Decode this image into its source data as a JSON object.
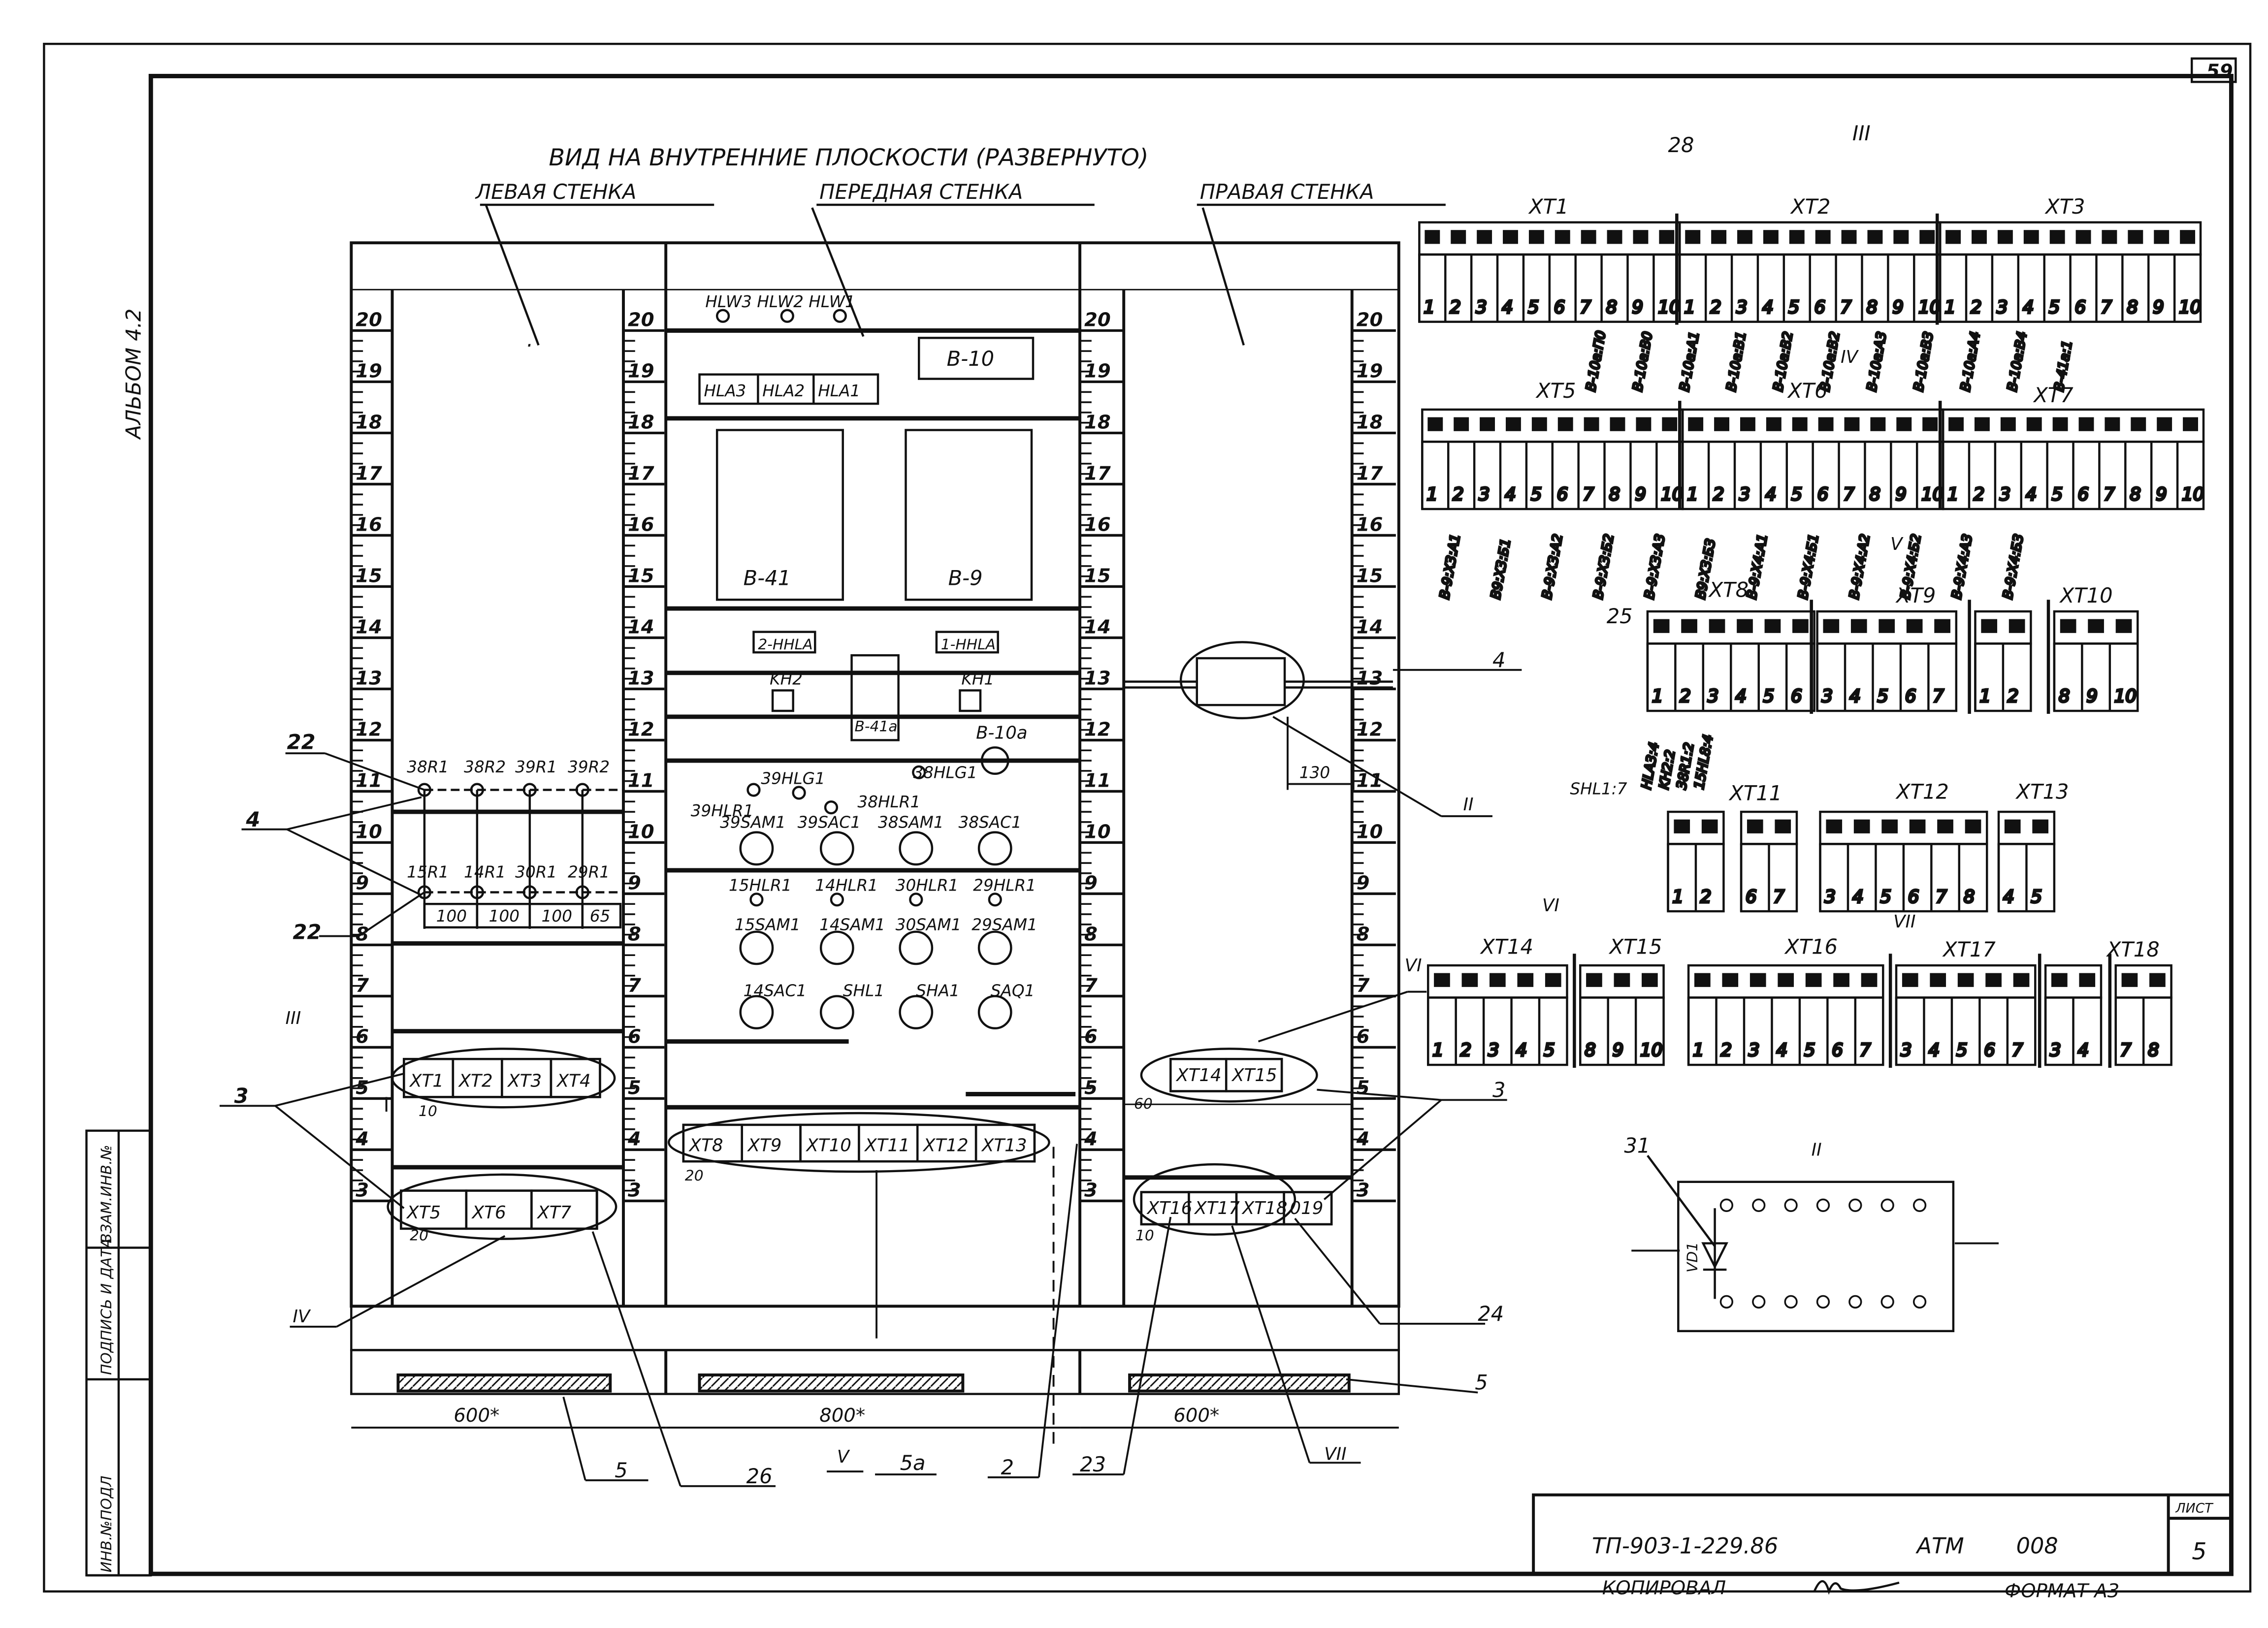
{
  "album": "АЛЬБОМ 4.2",
  "sheet_number_top": "59",
  "title": "ВИД НА ВНУТРЕННИЕ ПЛОСКОСТИ (РАЗВЕРНУТО)",
  "walls": {
    "left": "ЛЕВАЯ СТЕНКА",
    "front": "ПЕРЕДНАЯ СТЕНКА",
    "right": "ПРАВАЯ СТЕНКА"
  },
  "ruler_numbers": [
    "20",
    "19",
    "18",
    "17",
    "16",
    "15",
    "14",
    "13",
    "12",
    "11",
    "10",
    "9",
    "8",
    "7",
    "6",
    "5",
    "4",
    "3"
  ],
  "front_labels": {
    "hlw": "HLW3  HLW2  HLW1",
    "hla": [
      "HLA3",
      "HLA2",
      "HLA1"
    ],
    "b10": "В-10",
    "b41": "В-41",
    "b9": "В-9",
    "hhla2": "2-HHLA",
    "hhla1": "1-HHLA",
    "kh2": "KH2",
    "kh1": "KH1",
    "b41a": "В-41а",
    "b10a": "В-10а",
    "hlg_a": "39HLG1",
    "hlg_b": "38HLG1",
    "hlr_a": "39HLR1",
    "hlr_b": "38HLR1",
    "row1": [
      "39SAM1",
      "39SAC1",
      "38SAM1",
      "38SAC1"
    ],
    "row2_top": [
      "15HLR1",
      "14HLR1",
      "30HLR1",
      "29HLR1"
    ],
    "row2": [
      "15SAM1",
      "14SAM1",
      "30SAM1",
      "29SAM1"
    ],
    "row3": [
      "14SAC1",
      "SHL1",
      "SHA1",
      "SAQ1"
    ],
    "front_blocks": [
      "XT8",
      "XT9",
      "XT10",
      "XT11",
      "XT12",
      "XT13"
    ]
  },
  "left_wall": {
    "resistors_top": [
      "38R1",
      "38R2",
      "39R1",
      "39R2"
    ],
    "resistors_bottom": [
      "15R1",
      "14R1",
      "30R1",
      "29R1"
    ],
    "values": [
      "100",
      "100",
      "100",
      "65"
    ],
    "blocks_a": [
      "XT1",
      "XT2",
      "XT3",
      "XT4"
    ],
    "blocks_b": [
      "XT5",
      "XT6",
      "XT7"
    ]
  },
  "right_wall": {
    "blocks_a": [
      "XT14",
      "XT15"
    ],
    "blocks_b": [
      "XT16",
      "XT17",
      "XT18",
      "019"
    ]
  },
  "callouts": {
    "c22": "22",
    "c4": "4",
    "c3": "3",
    "c26": "26",
    "c5": "5",
    "c5a": "5а",
    "c2": "2",
    "c23": "23",
    "c24": "24",
    "c25": "25",
    "c28": "28",
    "c31": "31",
    "roman_II": "II",
    "roman_III": "III",
    "roman_IV": "IV",
    "roman_V": "V",
    "roman_VI": "VI",
    "roman_VII": "VII"
  },
  "dims": {
    "d600a": "600*",
    "d800": "800*",
    "d600b": "600*",
    "d130": "130",
    "d10a": "10",
    "d20a": "20",
    "d20b": "20",
    "d60": "60",
    "d10b": "10"
  },
  "terminal_views": {
    "xt1": "XT1",
    "xt2": "XT2",
    "xt3": "XT3",
    "xt5": "XT5",
    "xt6": "XT6",
    "xt7": "XT7",
    "xt8": "XT8",
    "xt9": "XT9",
    "xt10": "XT10",
    "xt11": "XT11",
    "xt12": "XT12",
    "xt13": "XT13",
    "xt14": "XT14",
    "xt15": "XT15",
    "xt16": "XT16",
    "xt17": "XT17",
    "xt18": "XT18",
    "wires_row1": [
      "В-10а:П0",
      "В-10а:В0",
      "В-10а:А1",
      "В-10а:В1",
      "В-10а:В2",
      "В-10а:В2",
      "В-10а:А3",
      "В-10а:В3",
      "В-10а:А4",
      "В-10а:В4",
      "В-41а:1"
    ],
    "wires_row2": [
      "В-9:Х3:А1",
      "В9:Х3:Б1",
      "В-9:Х3:А2",
      "В-9:Х3:Б2",
      "В-9:Х3:А3",
      "В9:Х3:Б3",
      "В-9:Х4:А1",
      "В-9:Х4:Б1",
      "В-9:Х4:А2",
      "В-9:Х4:Б2",
      "В-9:Х4:А3",
      "В-9:Х4:Б3"
    ],
    "wires_row3": [
      "SHL1:7",
      "HLA3:4",
      "KH2:2",
      "38R1:2",
      "15HL8:4"
    ],
    "diode": "VD1"
  },
  "side_stamp": [
    "ИНВ.№ПОДЛ",
    "ПОДПИСЬ И ДАТА",
    "ВЗАМ.ИНВ.№"
  ],
  "title_block": {
    "doc_code": "ТП-903-1-229.86",
    "section": "АТМ",
    "number": "008",
    "sheet_label": "ЛИСТ",
    "sheet_no": "5",
    "copied": "КОПИРОВАЛ",
    "format": "ФОРМАТ А3"
  }
}
